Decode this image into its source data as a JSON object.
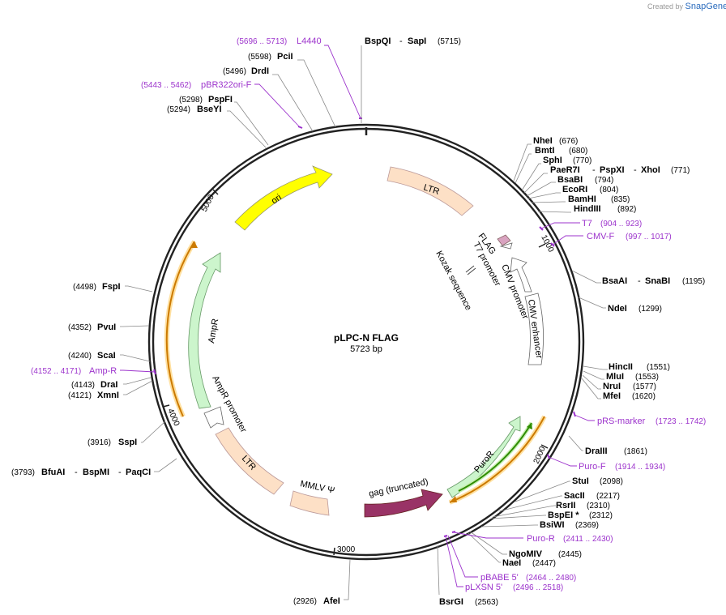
{
  "credit": {
    "prefix": "Created by",
    "brand": "SnapGene"
  },
  "plasmid": {
    "name": "pLPC-N FLAG",
    "size_label": "5723 bp"
  },
  "ticks": [
    {
      "label": "1000",
      "bp": 1000
    },
    {
      "label": "2000",
      "bp": 2000
    },
    {
      "label": "3000",
      "bp": 3000
    },
    {
      "label": "4000",
      "bp": 4000
    },
    {
      "label": "5000",
      "bp": 5000
    }
  ],
  "sites": {
    "pcii": {
      "pos": "(5598)",
      "name": "PciI"
    },
    "drdi": {
      "pos": "(5496)",
      "name": "DrdI"
    },
    "pspfi": {
      "pos": "(5298)",
      "name": "PspFI"
    },
    "bseyi": {
      "pos": "(5294)",
      "name": "BseYI"
    },
    "bspqi": {
      "name": "BspQI",
      "sep": "-",
      "name2": "SapI",
      "pos": "(5715)"
    },
    "nhei": {
      "name": "NheI",
      "pos": "(676)"
    },
    "bmti": {
      "name": "BmtI",
      "pos": "(680)"
    },
    "sphi": {
      "name": "SphI",
      "pos": "(770)"
    },
    "paer7i": {
      "name": "PaeR7I",
      "sep": "-",
      "name2": "PspXI",
      "sep2": "-",
      "name3": "XhoI",
      "pos": "(771)"
    },
    "bsabi": {
      "name": "BsaBI",
      "pos": "(794)"
    },
    "ecori": {
      "name": "EcoRI",
      "pos": "(804)"
    },
    "bamhi": {
      "name": "BamHI",
      "pos": "(835)"
    },
    "hindiii": {
      "name": "HindIII",
      "pos": "(892)"
    },
    "bsaai": {
      "name": "BsaAI",
      "sep": "-",
      "name2": "SnaBI",
      "pos": "(1195)"
    },
    "ndei": {
      "name": "NdeI",
      "pos": "(1299)"
    },
    "hincii": {
      "name": "HincII",
      "pos": "(1551)"
    },
    "mlui": {
      "name": "MluI",
      "pos": "(1553)"
    },
    "nrui": {
      "name": "NruI",
      "pos": "(1577)"
    },
    "mfei": {
      "name": "MfeI",
      "pos": "(1620)"
    },
    "draiii": {
      "name": "DraIII",
      "pos": "(1861)"
    },
    "stui": {
      "name": "StuI",
      "pos": "(2098)"
    },
    "sacii": {
      "name": "SacII",
      "pos": "(2217)"
    },
    "rsrii": {
      "name": "RsrII",
      "pos": "(2310)"
    },
    "bspei": {
      "name": "BspEI *",
      "pos": "(2312)"
    },
    "bsiwi": {
      "name": "BsiWI",
      "pos": "(2369)"
    },
    "ngomiv": {
      "name": "NgoMIV",
      "pos": "(2445)"
    },
    "naei": {
      "name": "NaeI",
      "pos": "(2447)"
    },
    "bsrgi": {
      "name": "BsrGI",
      "pos": "(2563)"
    },
    "afei": {
      "pos": "(2926)",
      "name": "AfeI"
    },
    "bfuai": {
      "pos": "(3793)",
      "name": "BfuAI",
      "sep": "-",
      "name2": "BspMI",
      "sep2": "-",
      "name3": "PaqCI"
    },
    "sspi": {
      "pos": "(3916)",
      "name": "SspI"
    },
    "xmni": {
      "pos": "(4121)",
      "name": "XmnI"
    },
    "drai": {
      "pos": "(4143)",
      "name": "DraI"
    },
    "scai": {
      "pos": "(4240)",
      "name": "ScaI"
    },
    "pvui": {
      "pos": "(4352)",
      "name": "PvuI"
    },
    "fspi": {
      "pos": "(4498)",
      "name": "FspI"
    }
  },
  "primers": {
    "l4440": {
      "range": "(5696 .. 5713)",
      "name": "L4440"
    },
    "pbr322": {
      "range": "(5443 .. 5462)",
      "name": "pBR322ori-F"
    },
    "t7": {
      "name": "T7",
      "range": "(904 .. 923)"
    },
    "cmvf": {
      "name": "CMV-F",
      "range": "(997 .. 1017)"
    },
    "prs": {
      "name": "pRS-marker",
      "range": "(1723 .. 1742)"
    },
    "purof": {
      "name": "Puro-F",
      "range": "(1914 .. 1934)"
    },
    "puror": {
      "name": "Puro-R",
      "range": "(2411 .. 2430)"
    },
    "pbabe": {
      "name": "pBABE 5'",
      "range": "(2464 .. 2480)"
    },
    "plxsn": {
      "name": "pLXSN 5'",
      "range": "(2496 .. 2518)"
    },
    "ampr": {
      "range": "(4152 .. 4171)",
      "name": "Amp-R"
    }
  },
  "features": {
    "ltr_top": "LTR",
    "ori": "ori",
    "flag": "FLAG",
    "t7_promoter": "T7 promoter",
    "kozak": "Kozak sequence",
    "cmv_promoter": "CMV promoter",
    "cmv_enhancer": "CMV enhancer",
    "ampr": "AmpR",
    "ampr_promoter": "AmpR promoter",
    "ltr_bottom": "LTR",
    "mmlv": "MMLV Ψ",
    "gag": "gag (truncated)",
    "puror": "PuroR"
  },
  "colors": {
    "backbone": "#222222",
    "primer": "#9c33cc",
    "ltr": "#fde0c6",
    "ori": "#ffff00",
    "ampr": "#ccf5cc",
    "puror": "#ccf5cc",
    "gag": "#993366",
    "flag": "#d9a3c0",
    "orf": "#ff9900"
  }
}
